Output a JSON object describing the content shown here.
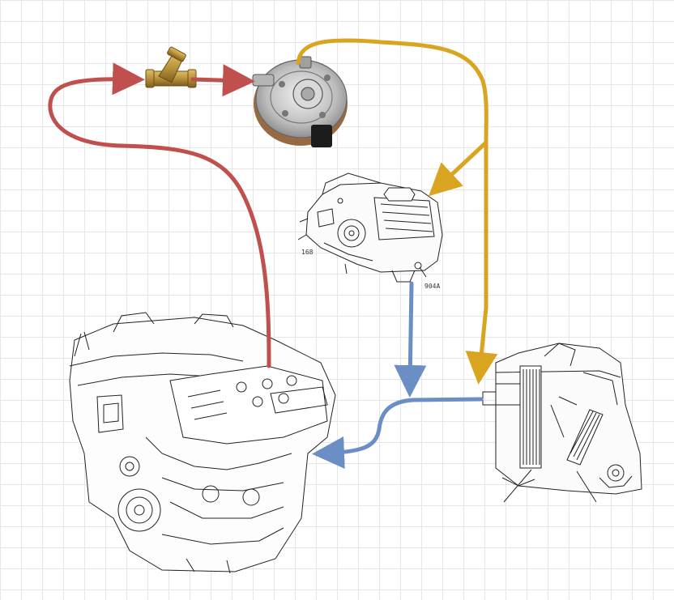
{
  "diagram": {
    "components": [
      {
        "id": "y-strainer",
        "label": ""
      },
      {
        "id": "gas-reducer",
        "label": ""
      },
      {
        "id": "heater-box",
        "label": ""
      },
      {
        "id": "heater-core-assembly",
        "label": ""
      },
      {
        "id": "engine",
        "label": ""
      }
    ],
    "part_labels": {
      "heater_box_left": "168",
      "heater_box_bottom": "904A"
    },
    "flows": [
      {
        "id": "red-loop",
        "color": "#c0504d",
        "from": "engine",
        "to": "gas-reducer",
        "via": "y-strainer"
      },
      {
        "id": "yellow-to-heater-box",
        "color": "#d9a520",
        "from": "gas-reducer",
        "to": "heater-box"
      },
      {
        "id": "yellow-to-heater-core",
        "color": "#d9a520",
        "from": "gas-reducer",
        "to": "heater-core-assembly"
      },
      {
        "id": "blue-to-engine",
        "color": "#6b8fc5",
        "from": "heater-box",
        "to": "engine"
      },
      {
        "id": "blue-from-heater-core",
        "color": "#6b8fc5",
        "from": "heater-core-assembly",
        "to": "engine"
      }
    ],
    "colors": {
      "red": "#c0504d",
      "yellow": "#d9a520",
      "blue": "#6b8fc5",
      "brass": "#b8913a",
      "line_art": "#222222"
    }
  }
}
